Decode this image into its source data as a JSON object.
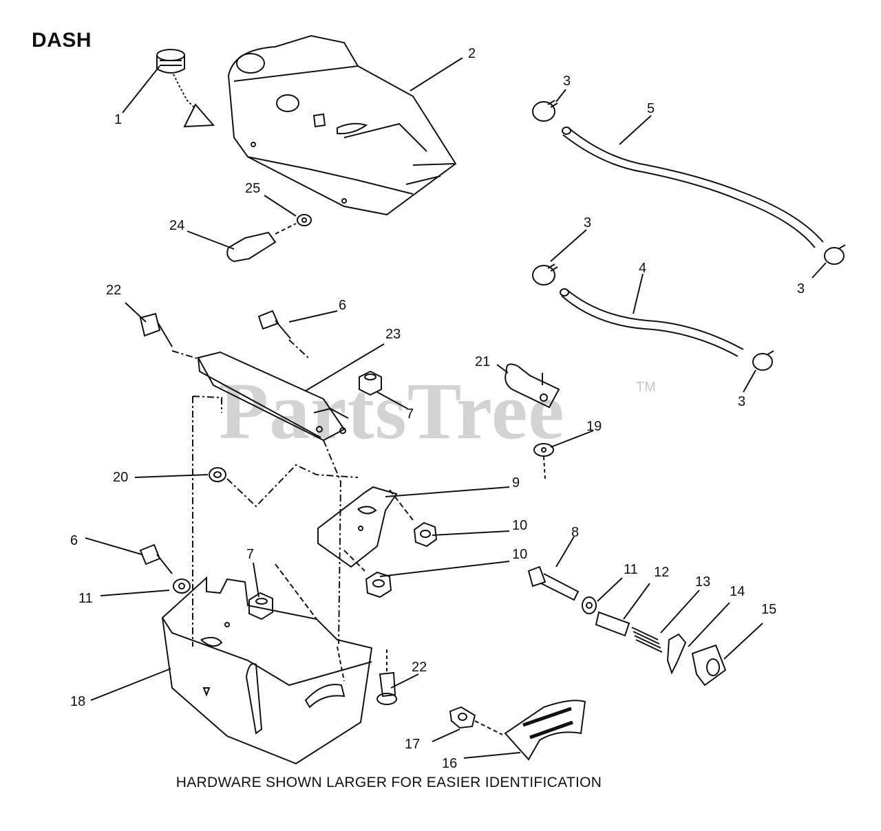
{
  "title": "DASH",
  "footer_note": "HARDWARE SHOWN LARGER FOR EASIER IDENTIFICATION",
  "watermark": {
    "text": "PartsTree",
    "trademark": "TM"
  },
  "callouts": [
    "1",
    "2",
    "3",
    "5",
    "3",
    "4",
    "3",
    "3",
    "25",
    "24",
    "22",
    "6",
    "23",
    "21",
    "7",
    "19",
    "20",
    "9",
    "10",
    "6",
    "10",
    "8",
    "11",
    "12",
    "13",
    "14",
    "7",
    "11",
    "15",
    "18",
    "22",
    "17",
    "16"
  ]
}
